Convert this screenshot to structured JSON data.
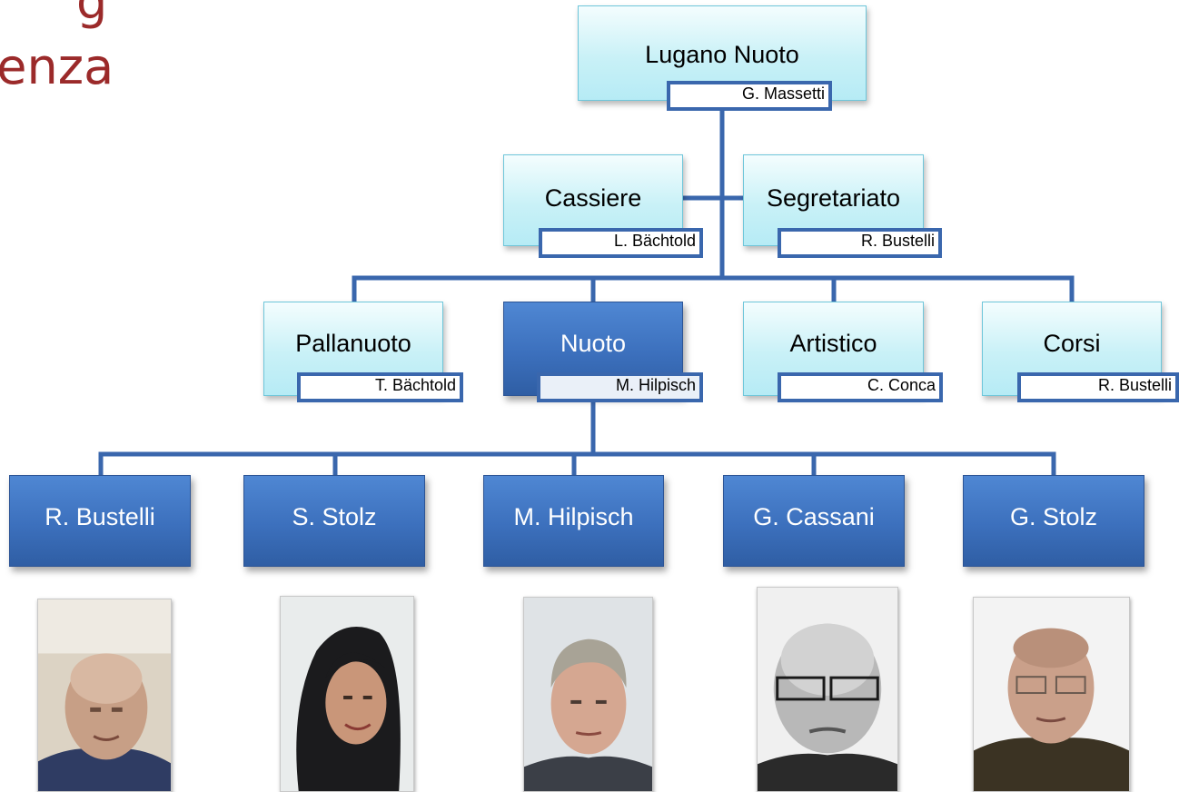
{
  "heading": {
    "line1": "g",
    "line2": "genza"
  },
  "colors": {
    "heading": "#9b2a2a",
    "connector": "#3a67ad",
    "dark_box": "#3c70bd",
    "light_box": "#c9f1f7"
  },
  "root": {
    "title": "Lugano Nuoto",
    "person": "G. Massetti"
  },
  "staff": [
    {
      "title": "Cassiere",
      "person": "L. Bächtold"
    },
    {
      "title": "Segretariato",
      "person": "R. Bustelli"
    }
  ],
  "sections": [
    {
      "title": "Pallanuoto",
      "person": "T. Bächtold"
    },
    {
      "title": "Nuoto",
      "person": "M. Hilpisch"
    },
    {
      "title": "Artistico",
      "person": "C. Conca"
    },
    {
      "title": "Corsi",
      "person": "R. Bustelli"
    }
  ],
  "coaches": [
    {
      "name": "R. Bustelli",
      "photo": "photo-r-bustelli"
    },
    {
      "name": "S. Stolz",
      "photo": "photo-s-stolz"
    },
    {
      "name": "M. Hilpisch",
      "photo": "photo-m-hilpisch"
    },
    {
      "name": "G. Cassani",
      "photo": "photo-g-cassani"
    },
    {
      "name": "G. Stolz",
      "photo": "photo-g-stolz"
    }
  ]
}
